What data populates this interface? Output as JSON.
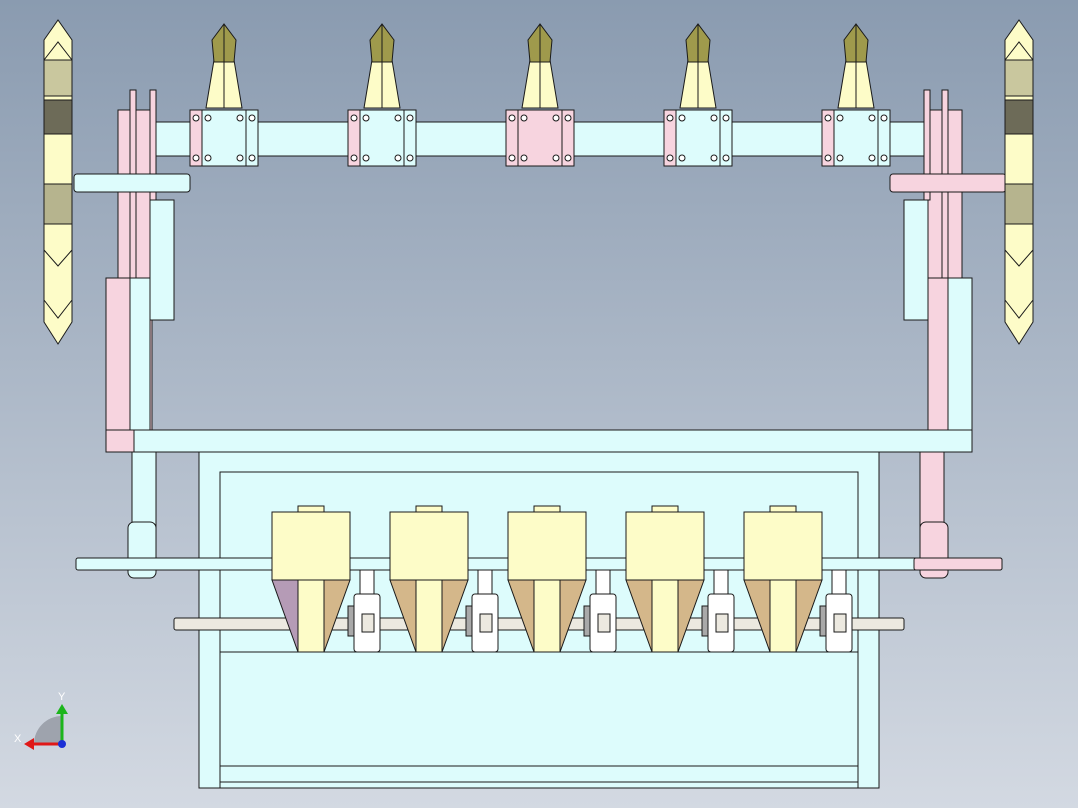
{
  "view": {
    "background_top": "#8a9bb0",
    "background_bottom": "#d3d9e2"
  },
  "palette": {
    "frame": "#ddfcfc",
    "pink": "#f7d4df",
    "cream": "#fdfcc8",
    "tan": "#d4b78a",
    "edge": "#1a1a1a",
    "rod": "#ece9e0",
    "nozzle_dark": "#9f9a4c",
    "wheel_dark": "#6d6b58",
    "purple": "#b59bb6"
  },
  "assembly": {
    "top_clamp_count": 5,
    "hopper_count": 5,
    "side_wheel_count": 2,
    "gear_count": 5
  },
  "triad": {
    "x_label": "X",
    "y_label": "Y",
    "x_color": "#e01818",
    "y_color": "#1cb51c",
    "z_color": "#1b2fd6"
  }
}
